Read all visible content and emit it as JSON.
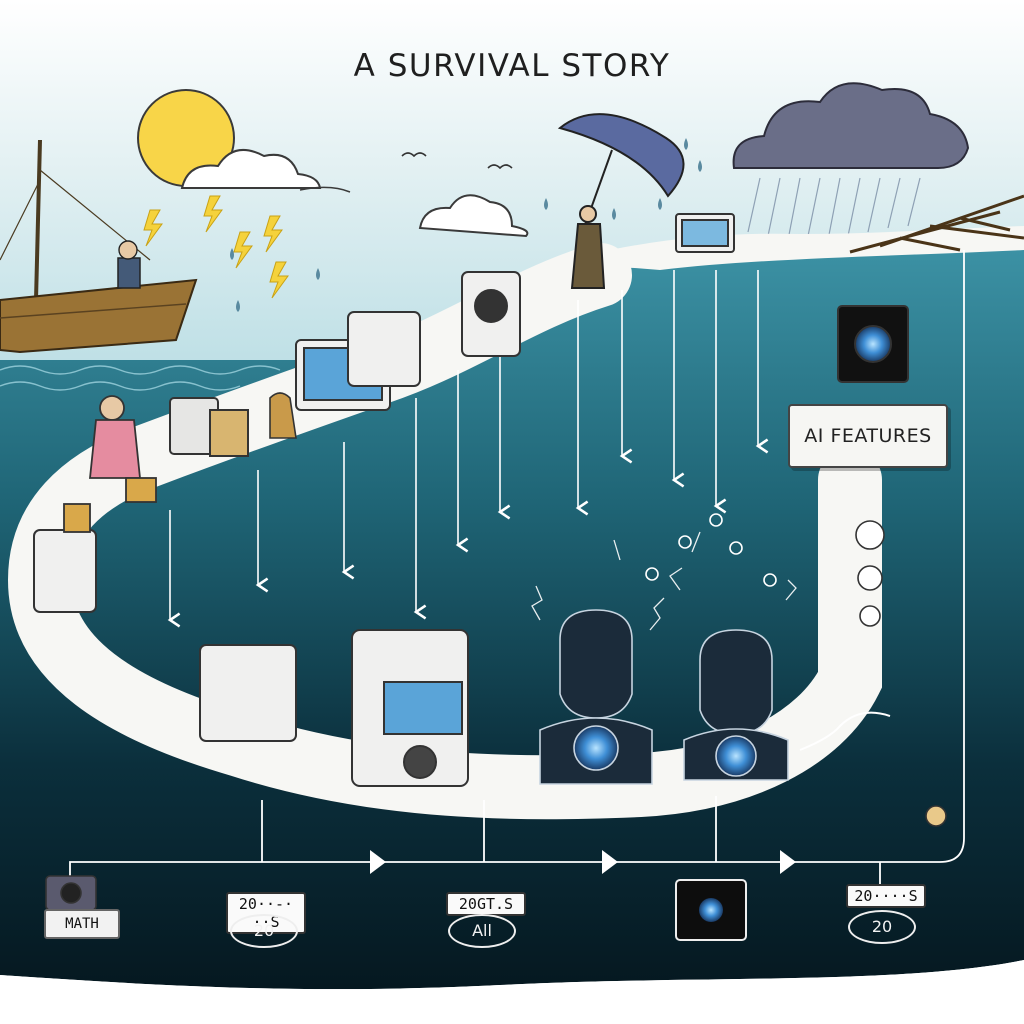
{
  "title": "A SURVIVAL STORY",
  "callout": "AI FEATURES",
  "timeline": {
    "start_label": "MATH",
    "milestones": [
      {
        "label": "20··-· ··S",
        "sub": "20"
      },
      {
        "label": "20GT.S",
        "sub": "All"
      },
      {
        "label": "20····S",
        "sub": "20"
      }
    ]
  },
  "icons": {
    "sun": "sun-icon",
    "storm": "storm-cloud-icon",
    "umbrella": "umbrella-icon",
    "camera": "camera-icon",
    "robot": "robot-head-icon"
  },
  "colors": {
    "sky": "#cfe7ec",
    "sea": "#2f7f93",
    "deep": "#071c26",
    "path": "#f7f7f4",
    "sun": "#f8d548",
    "glow": "#3f8fd6"
  }
}
